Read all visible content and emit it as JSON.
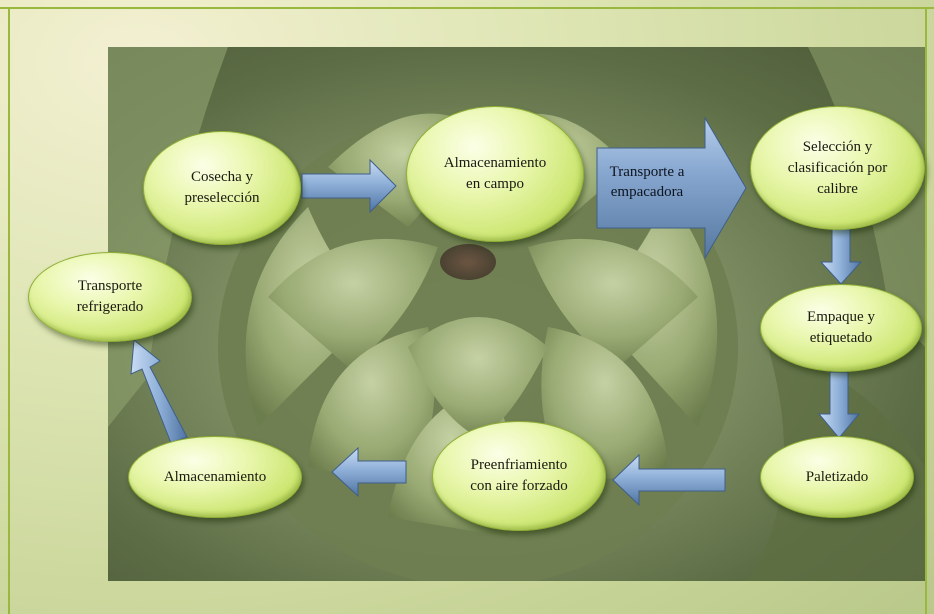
{
  "diagram": {
    "type": "process-cycle",
    "nodes": [
      {
        "id": "cosecha",
        "label": "Cosecha y\npreselección"
      },
      {
        "id": "almacenamiento-campo",
        "label": "Almacenamiento\nen campo"
      },
      {
        "id": "seleccion",
        "label": "Selección y\nclasificación por\ncalibre"
      },
      {
        "id": "empaque",
        "label": "Empaque y\netiquetado"
      },
      {
        "id": "paletizado",
        "label": "Paletizado"
      },
      {
        "id": "preenfriamiento",
        "label": "Preenfriamiento\ncon aire forzado"
      },
      {
        "id": "almacenamiento",
        "label": "Almacenamiento"
      },
      {
        "id": "transporte-refrigerado",
        "label": "Transporte\nrefrigerado"
      }
    ],
    "transport_arrow_label": "Transporte a\nempacadora",
    "edges": [
      {
        "from": "cosecha",
        "to": "almacenamiento-campo"
      },
      {
        "from": "almacenamiento-campo",
        "to": "seleccion"
      },
      {
        "from": "seleccion",
        "to": "empaque"
      },
      {
        "from": "empaque",
        "to": "paletizado"
      },
      {
        "from": "paletizado",
        "to": "preenfriamiento"
      },
      {
        "from": "preenfriamiento",
        "to": "almacenamiento"
      },
      {
        "from": "almacenamiento",
        "to": "transporte-refrigerado"
      }
    ]
  },
  "colors": {
    "node_fill": "#d8ee8a",
    "arrow_fill": "#7f9fc6",
    "frame_line": "#9ab83e",
    "background": "#dfe6b5"
  },
  "icons": {
    "background_photo": "artichoke-photo-icon"
  }
}
